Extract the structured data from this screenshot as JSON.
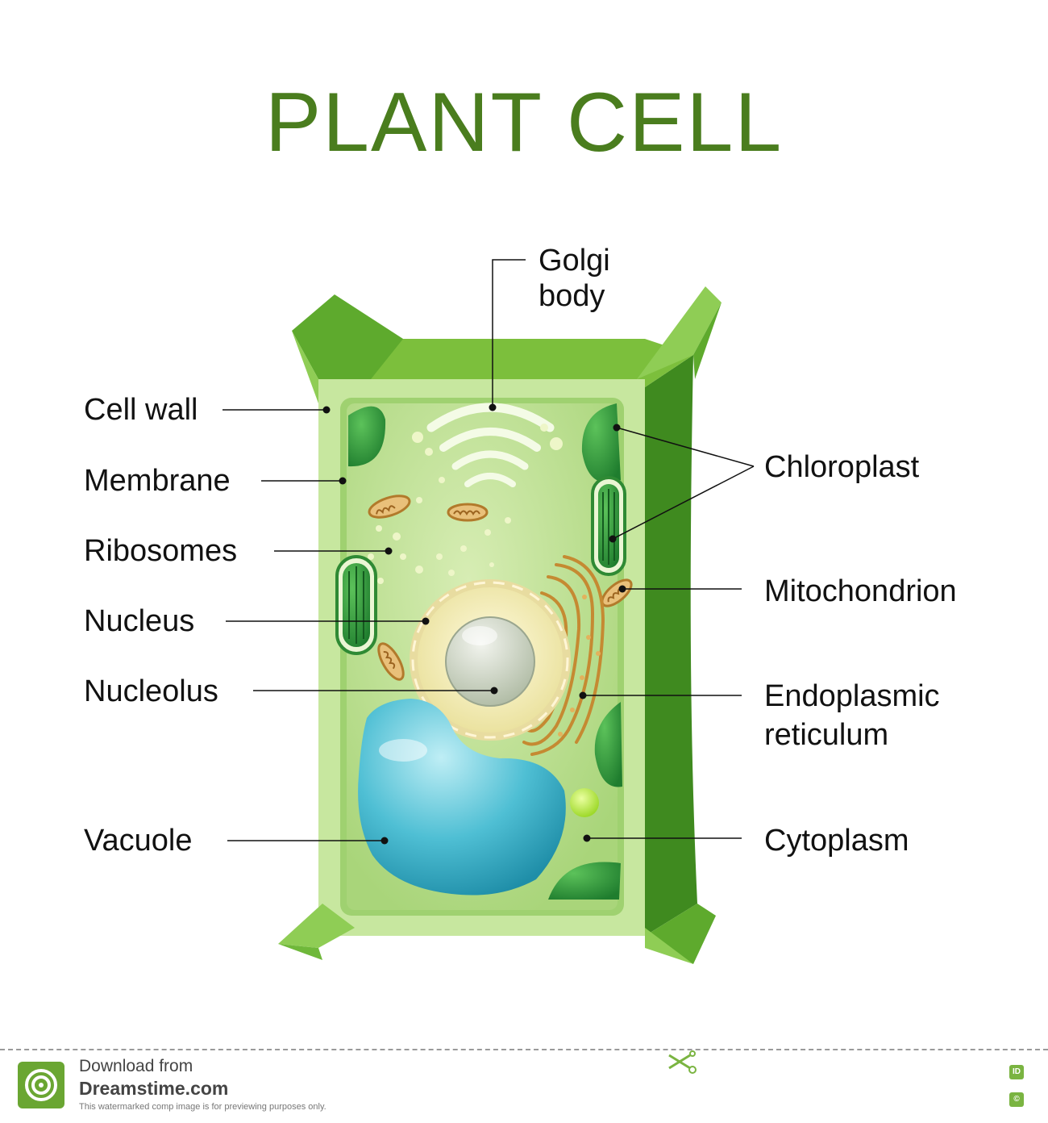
{
  "title": "PLANT CELL",
  "labels": {
    "golgi_line1": "Golgi",
    "golgi_line2": "body",
    "cell_wall": "Cell wall",
    "membrane": "Membrane",
    "ribosomes": "Ribosomes",
    "nucleus": "Nucleus",
    "nucleolus": "Nucleolus",
    "vacuole": "Vacuole",
    "chloroplast": "Chloroplast",
    "mitochondrion": "Mitochondrion",
    "er_line1": "Endoplasmic",
    "er_line2": "reticulum",
    "cytoplasm": "Cytoplasm"
  },
  "footer": {
    "download_from": "Download from",
    "site": "Dreamstime.com",
    "notice": "This watermarked comp image is for previewing purposes only.",
    "badge_id": "ID",
    "badge_copyright": "©"
  },
  "colors": {
    "title": "#4a7d1e",
    "wall_outer": "#c7e79f",
    "wall_top": "#7cbf3c",
    "wall_side": "#3f8a1f",
    "cytoplasm": "#b9dd8c",
    "chloroplast": "#2f9a3a",
    "vacuole": "#3fb1c9",
    "nucleus": "#f4efb8"
  }
}
